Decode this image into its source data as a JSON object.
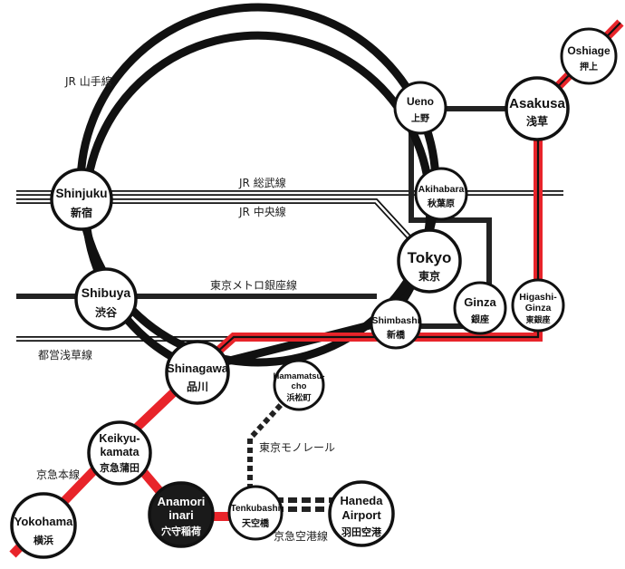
{
  "colors": {
    "jr_line": "#111111",
    "toei_asakusa": "#e8242a",
    "keikyu": "#e8242a",
    "metro_ginza": "#222222",
    "monorail": "#222222",
    "station_fill": "#ffffff",
    "highlight_station_fill": "#1a1a1a"
  },
  "line_labels": {
    "yamanote": "JR 山手線",
    "sobu": "JR 総武線",
    "chuo": "JR 中央線",
    "ginza": "東京メトロ銀座線",
    "asakusa": "都営浅草線",
    "monorail": "東京モノレール",
    "keikyu_main": "京急本線",
    "keikyu_airport": "京急空港線"
  },
  "stations": {
    "oshiage": {
      "en": [
        "Oshiage"
      ],
      "jp": "押上"
    },
    "ueno": {
      "en": [
        "Ueno"
      ],
      "jp": "上野"
    },
    "asakusa": {
      "en": [
        "Asakusa"
      ],
      "jp": "浅草"
    },
    "shinjuku": {
      "en": [
        "Shinjuku"
      ],
      "jp": "新宿"
    },
    "akihabara": {
      "en": [
        "Akihabara"
      ],
      "jp": "秋葉原"
    },
    "tokyo": {
      "en": [
        "Tokyo"
      ],
      "jp": "東京"
    },
    "shibuya": {
      "en": [
        "Shibuya"
      ],
      "jp": "渋谷"
    },
    "ginza": {
      "en": [
        "Ginza"
      ],
      "jp": "銀座"
    },
    "higashi_ginza": {
      "en": [
        "Higashi-",
        "Ginza"
      ],
      "jp": "東銀座"
    },
    "shimbashi": {
      "en": [
        "Shimbashi"
      ],
      "jp": "新橋"
    },
    "shinagawa": {
      "en": [
        "Shinagawa"
      ],
      "jp": "品川"
    },
    "hamamatsucho": {
      "en": [
        "Hamamatsu-",
        "cho"
      ],
      "jp": "浜松町"
    },
    "keikyu_kamata": {
      "en": [
        "Keikyu-",
        "kamata"
      ],
      "jp": "京急蒲田"
    },
    "anamori_inari": {
      "en": [
        "Anamori",
        "inari"
      ],
      "jp": "穴守稲荷"
    },
    "tenkubashi": {
      "en": [
        "Tenkubashi"
      ],
      "jp": "天空橋"
    },
    "haneda_airport": {
      "en": [
        "Haneda",
        "Airport"
      ],
      "jp": "羽田空港"
    },
    "yokohama": {
      "en": [
        "Yokohama"
      ],
      "jp": "横浜"
    }
  }
}
